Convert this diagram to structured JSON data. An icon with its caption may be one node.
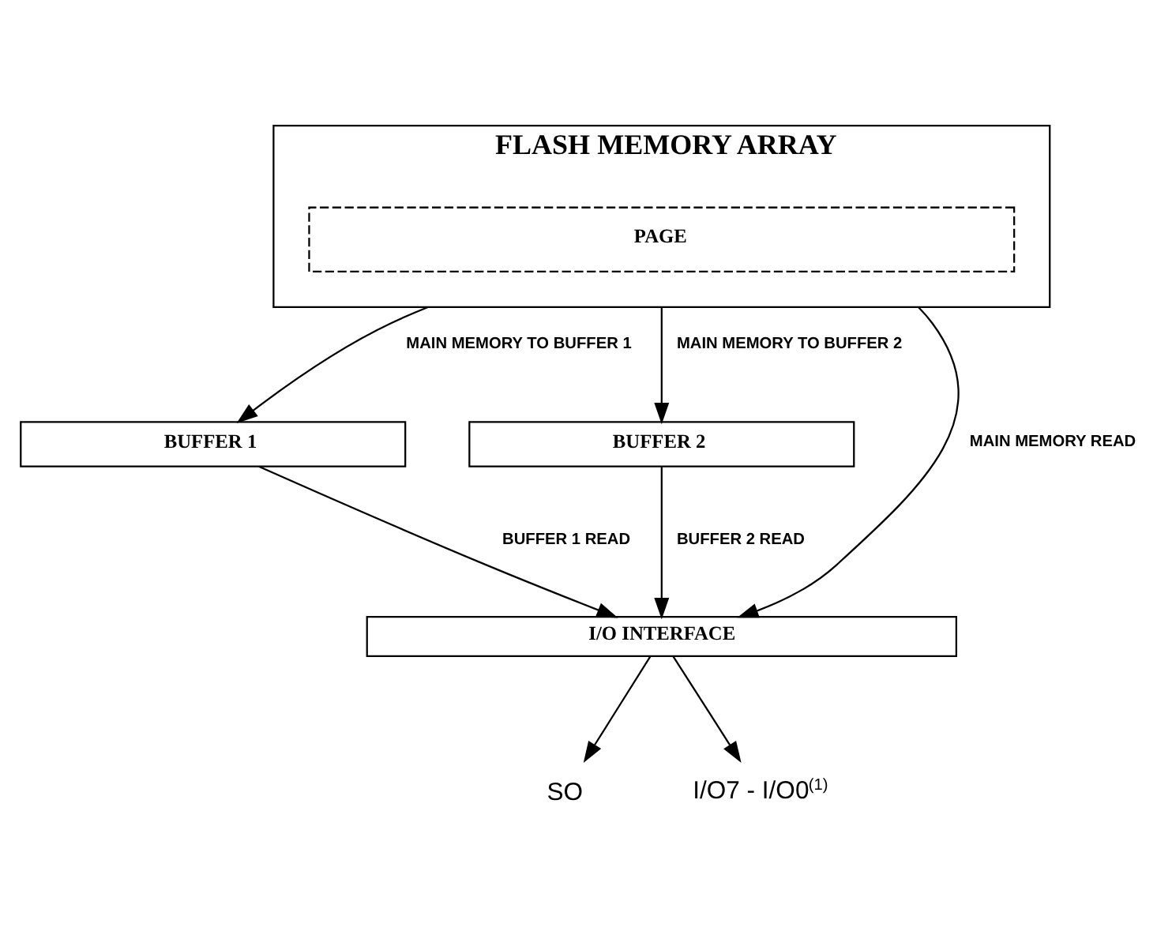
{
  "diagram": {
    "nodes": [
      {
        "text": [
          "FLASH MEMORY ARRAY"
        ]
      },
      {
        "text": [
          "PAGE"
        ],
        "in": 0
      },
      {
        "text": [
          "BUFFER 1"
        ]
      },
      {
        "text": [
          "BUFFER 2"
        ]
      },
      {
        "text": [
          "I/O INTERFACE"
        ]
      },
      {
        "text": [
          "SO"
        ]
      },
      {
        "text": [
          "I/O7 - I/O0$^{(1)}$"
        ]
      }
    ],
    "edges": [
      {
        "from": 0,
        "to": 2,
        "arrow": "to",
        "label": "MAIN MEMORY TO BUFFER 1"
      },
      {
        "from": 0,
        "to": 4,
        "arrow": "to",
        "label": "MAIN MEMORY READ"
      },
      {
        "from": 0,
        "to": 3,
        "arrow": "to",
        "label": "MAIN MEMORY TO BUFFER 2"
      },
      {
        "from": 2,
        "to": 4,
        "arrow": "to",
        "label": "BUFFER 1 READ"
      },
      {
        "from": 3,
        "to": 4,
        "arrow": "to",
        "label": "BUFFER 2 READ"
      },
      {
        "from": 4,
        "to": 5,
        "arrow": "to"
      },
      {
        "from": 4,
        "to": 6,
        "arrow": "to"
      }
    ]
  }
}
